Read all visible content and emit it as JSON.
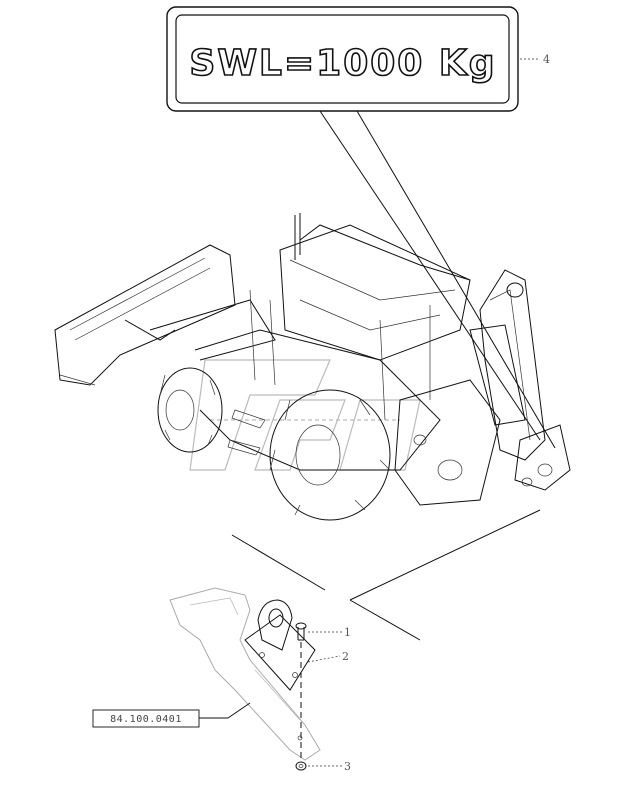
{
  "decal": {
    "text": "SWL=1000 Kg"
  },
  "callouts": [
    {
      "number": "4",
      "part": "swl-decal"
    },
    {
      "number": "1",
      "part": "screw"
    },
    {
      "number": "2",
      "part": "lifting-eye-bracket"
    },
    {
      "number": "3",
      "part": "washer"
    }
  ],
  "reference": {
    "code": "84.100.0401"
  },
  "watermark": {
    "icon": "brand-watermark-logo"
  }
}
